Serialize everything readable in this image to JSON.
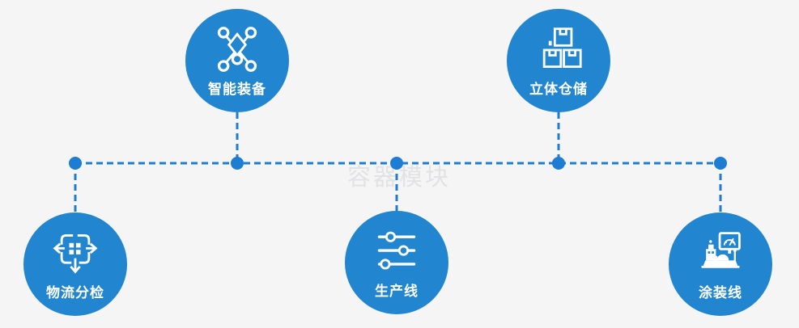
{
  "watermark": "容器模块",
  "colors": {
    "background": "#f5f5f6",
    "node_fill": "#2185d0",
    "connector": "#1d7dd3",
    "label_text": "#ffffff",
    "watermark_text": "#d7d7d9"
  },
  "nodes": [
    {
      "id": "smart-equipment",
      "label": "智能装备",
      "icon": "network-nodes-icon",
      "row": "top"
    },
    {
      "id": "stereo-warehouse",
      "label": "立体仓储",
      "icon": "stacked-boxes-icon",
      "row": "top"
    },
    {
      "id": "logistics-sorting",
      "label": "物流分检",
      "icon": "sorting-arrows-icon",
      "row": "bottom"
    },
    {
      "id": "production-line",
      "label": "生产线",
      "icon": "sliders-icon",
      "row": "bottom"
    },
    {
      "id": "coating-line",
      "label": "涂装线",
      "icon": "control-station-icon",
      "row": "bottom"
    }
  ]
}
